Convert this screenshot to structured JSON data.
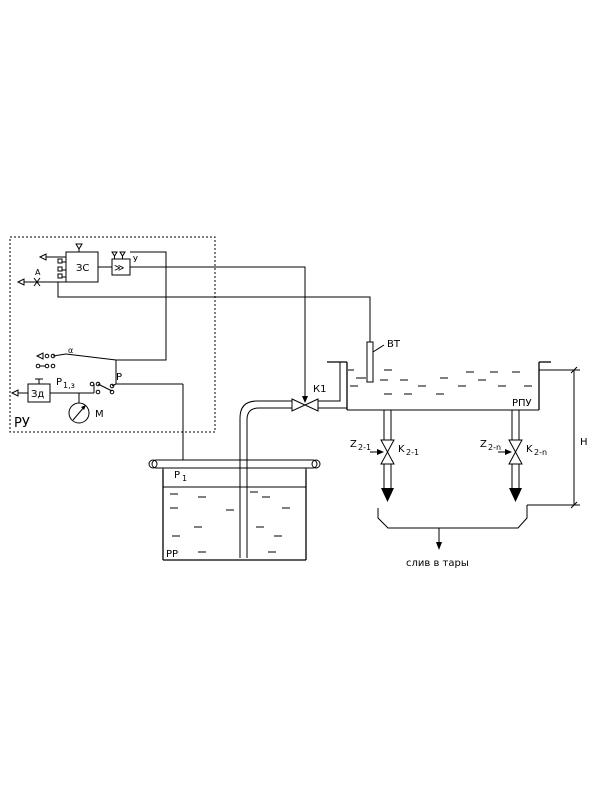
{
  "labels": {
    "ru": "РУ",
    "zs": "ЗС",
    "amp": "≫",
    "u": "У",
    "a": "А",
    "alpha": "α",
    "p": "Р",
    "zd": "Зд",
    "p13_main": "Р",
    "p13_sub": "1,з",
    "m": "М",
    "bt": "ВТ",
    "k1": "К1",
    "rpu": "РПУ",
    "h": "Н",
    "z21_main": "Z",
    "z21_sub": "2-1",
    "k21_main": "K",
    "k21_sub": "2-1",
    "z2n_main": "Z",
    "z2n_sub": "2-n",
    "k2n_main": "K",
    "k2n_sub": "2-n",
    "p1_main": "Р",
    "p1_sub": "1",
    "rr": "РР",
    "drain": "слив в тары"
  }
}
